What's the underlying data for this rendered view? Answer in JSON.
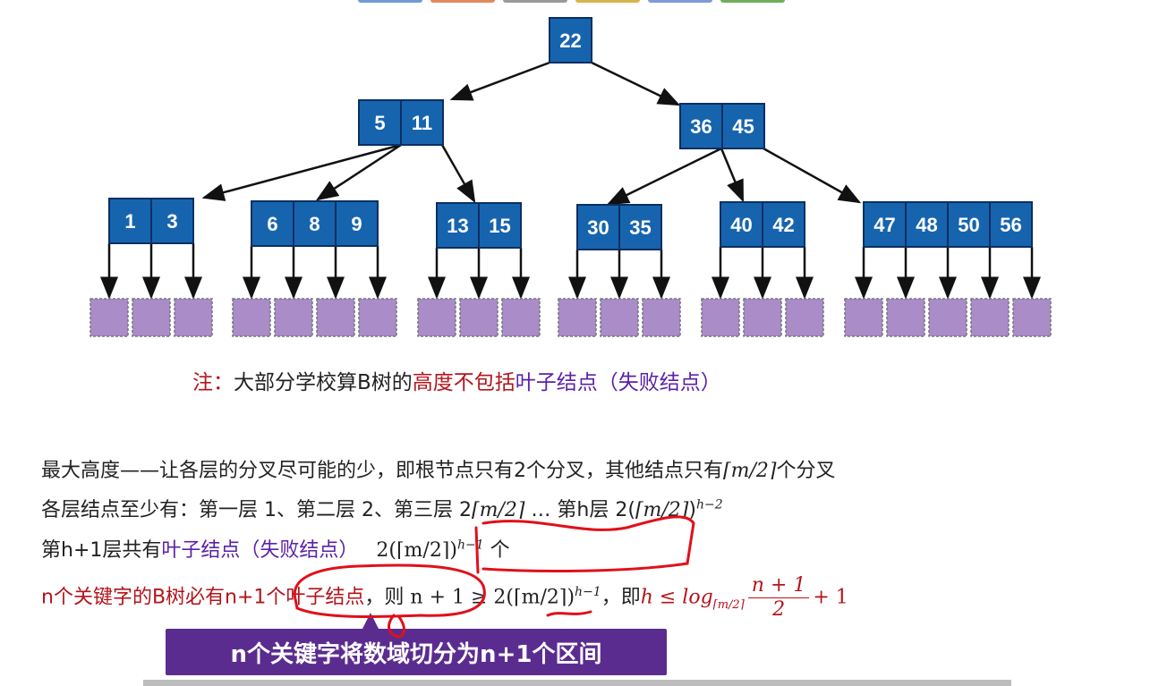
{
  "top_tabs_colors": [
    "#6f9bd1",
    "#e08a5e",
    "#9a9a9a",
    "#d8b24c",
    "#7f9bd6",
    "#6fae5a"
  ],
  "colors": {
    "node_fill": "#1764ae",
    "node_border": "#0b2f63",
    "leaf_fill": "#a98cc8",
    "accent_red": "#b3141b",
    "accent_purple": "#5b21a8",
    "callout_bg": "#5b2c8f",
    "ink": "#e0101a"
  },
  "tree": {
    "root": [
      "22"
    ],
    "level2": [
      [
        "5",
        "11"
      ],
      [
        "36",
        "45"
      ]
    ],
    "level3": [
      [
        "1",
        "3"
      ],
      [
        "6",
        "8",
        "9"
      ],
      [
        "13",
        "15"
      ],
      [
        "30",
        "35"
      ],
      [
        "40",
        "42"
      ],
      [
        "47",
        "48",
        "50",
        "56"
      ]
    ]
  },
  "note": {
    "prefix": "注：大部分学校算B树的",
    "red": "高度不包括",
    "purple": "叶子结点（失败结点）"
  },
  "lines": {
    "l1": {
      "text": "最大高度——让各层的分叉尽可能的少，即根节点只有2个分叉，其他结点只有",
      "math": "⌈m/2⌉",
      "tail": "个分叉"
    },
    "l2": {
      "text": "各层结点至少有：第一层 1、第二层 2、第三层 2",
      "math1": "⌈m/2⌉",
      "mid": " … 第h层 2(",
      "math2": "⌈m/2⌉",
      "close": ")",
      "sup": "h−2"
    },
    "l3": {
      "text": "第h+1层共有",
      "purple": "叶子结点（失败结点）",
      "expr": "2(⌈m/2⌉)",
      "sup": "h−1",
      "tail": " 个"
    },
    "l4": {
      "red1": "n个关键字的B树必有n+1个叶子结点",
      "mid": "，则 ",
      "expr": "n + 1 ≥ 2(⌈m/2⌉)",
      "sup": "h−1",
      "mid2": "，即",
      "h": "h ≤ log",
      "sub": "⌈m/2⌉",
      "num": "n + 1",
      "den": "2",
      "tail": "+ 1"
    }
  },
  "callout": "n个关键字将数域切分为n+1个区间"
}
